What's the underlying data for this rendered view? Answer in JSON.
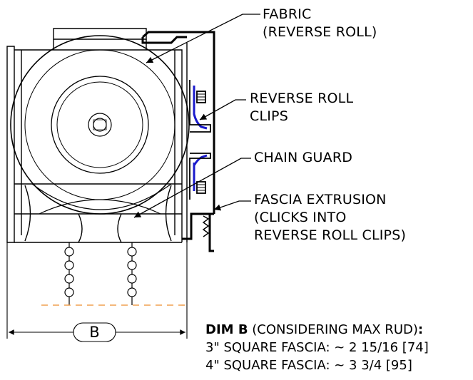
{
  "callouts": {
    "fabric": [
      "FABRIC",
      "(REVERSE ROLL)"
    ],
    "clips": [
      "REVERSE ROLL",
      "CLIPS"
    ],
    "chain_guard": [
      "CHAIN GUARD"
    ],
    "fascia": [
      "FASCIA EXTRUSION",
      "(CLICKS INTO",
      "REVERSE ROLL CLIPS)"
    ]
  },
  "dimension": {
    "label": "B",
    "heading_bold": "DIM B",
    "heading_rest": " (CONSIDERING MAX RUD)",
    "heading_colon": ":",
    "line_3in": "3\" SQUARE FASCIA: ~ 2 15/16 [74]",
    "line_4in": "4\" SQUARE FASCIA: ~ 3 3/4 [95]"
  },
  "colors": {
    "linework": "#000000",
    "clip": "#1a1acc",
    "chain_floor": "#f0a050"
  }
}
